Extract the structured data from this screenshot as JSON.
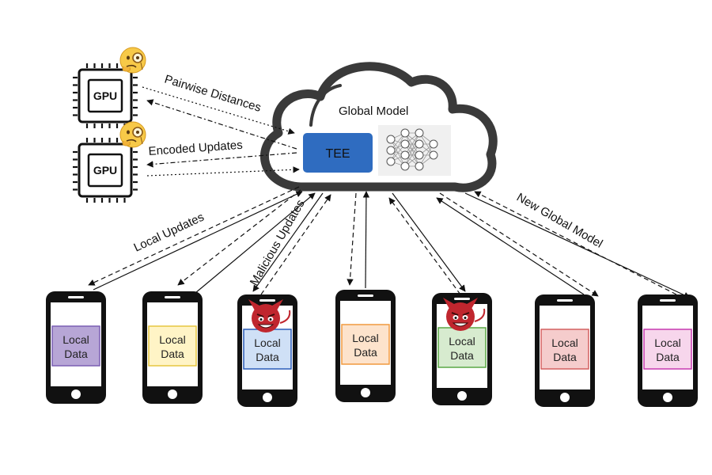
{
  "cloud": {
    "title": "Global  Model",
    "tee_label": "TEE"
  },
  "gpus": [
    {
      "chip_label": "GPU",
      "emoji": "🧐"
    },
    {
      "chip_label": "GPU",
      "emoji": "🧐"
    }
  ],
  "labels": {
    "pairwise": "Pairwise Distances",
    "encoded": "Encoded Updates",
    "local_updates": "Local Updates",
    "malicious_updates": "Malicious Updates",
    "new_global_model": "New Global Model"
  },
  "phones": [
    {
      "line1": "Local",
      "line2": "Data",
      "fill": "#b7a6d6",
      "border": "#7a5fb3",
      "malicious": false
    },
    {
      "line1": "Local",
      "line2": "Data",
      "fill": "#fff4c6",
      "border": "#e6c640",
      "malicious": false
    },
    {
      "line1": "Local",
      "line2": "Data",
      "fill": "#cfe0f6",
      "border": "#2a5cb8",
      "malicious": true
    },
    {
      "line1": "Local",
      "line2": "Data",
      "fill": "#fde3cc",
      "border": "#f0993e",
      "malicious": false
    },
    {
      "line1": "Local",
      "line2": "Data",
      "fill": "#d7ebcf",
      "border": "#5aa845",
      "malicious": true
    },
    {
      "line1": "Local",
      "line2": "Data",
      "fill": "#f5cccc",
      "border": "#d46060",
      "malicious": false
    },
    {
      "line1": "Local",
      "line2": "Data",
      "fill": "#f7d6ec",
      "border": "#c73ab0",
      "malicious": false
    }
  ],
  "colors": {
    "tee": "#2f6cc0",
    "cloud_stroke": "#3a3a3a",
    "devil": "#c0262e"
  }
}
